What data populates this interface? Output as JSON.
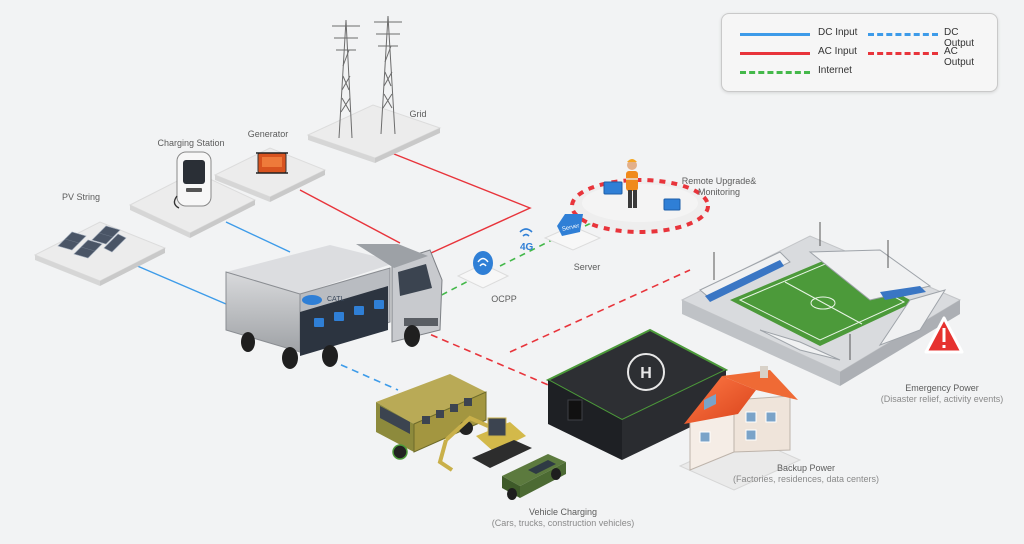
{
  "colors": {
    "dc": "#3d9be9",
    "ac": "#e8343b",
    "internet": "#44b84a",
    "tile": "#ececec",
    "grass": "#4c9a3a"
  },
  "legend": {
    "dc_input": "DC Input",
    "dc_output": "DC Output",
    "ac_input": "AC Input",
    "ac_output": "AC Output",
    "internet": "Internet"
  },
  "labels": {
    "pv_string": "PV String",
    "charging_station": "Charging Station",
    "generator": "Generator",
    "grid": "Grid",
    "remote_title": "Remote Upgrade&",
    "remote_sub": "Monitoring",
    "server": "Server",
    "ocpp": "OCPP",
    "four_g": "4G",
    "server_badge": "Server",
    "truck_brand": "CATL",
    "emergency_title": "Emergency Power",
    "emergency_sub": "(Disaster relief, activity events)",
    "backup_title": "Backup Power",
    "backup_sub": "(Factories, residences, data centers)",
    "vehicle_title": "Vehicle Charging",
    "vehicle_sub": "(Cars, trucks, construction vehicles)"
  },
  "icons": {
    "warning": "warning-triangle-icon",
    "helipad": "H"
  }
}
